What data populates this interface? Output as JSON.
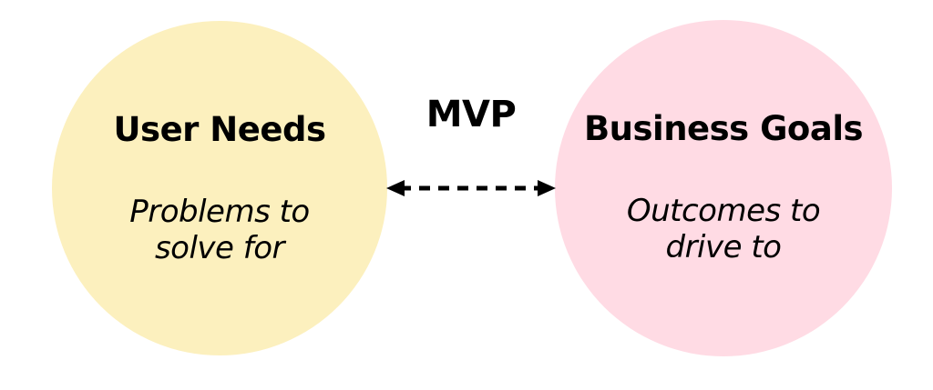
{
  "diagram": {
    "center_label": "MVP",
    "connector": {
      "style": "dashed",
      "direction": "both",
      "color": "#000000"
    },
    "left_circle": {
      "title": "User Needs",
      "subtitle_lines": [
        "Problems to",
        "solve for"
      ],
      "fill": "#FCF0BE"
    },
    "right_circle": {
      "title": "Business Goals",
      "subtitle_lines": [
        "Outcomes to",
        "drive to"
      ],
      "fill": "#FFDBE4"
    },
    "text_color": "#000000",
    "background": "#FFFFFF"
  }
}
